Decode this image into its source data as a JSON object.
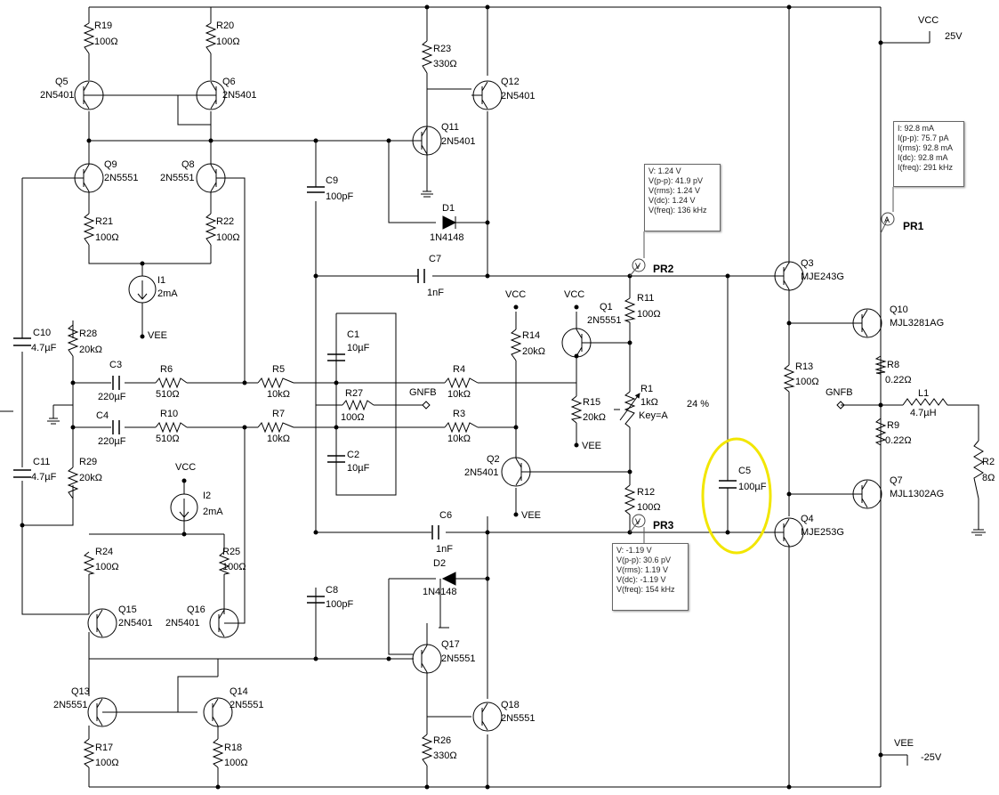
{
  "rails": {
    "vcc": "VCC",
    "vcc_value": "25V",
    "vee": "VEE",
    "vee_value": "-25V",
    "vcc_small": "VCC",
    "vee_small": "VEE"
  },
  "resistors": {
    "r19": [
      "R19",
      "100Ω"
    ],
    "r20": [
      "R20",
      "100Ω"
    ],
    "r23": [
      "R23",
      "330Ω"
    ],
    "r21": [
      "R21",
      "100Ω"
    ],
    "r22": [
      "R22",
      "100Ω"
    ],
    "r28": [
      "R28",
      "20kΩ"
    ],
    "r6": [
      "R6",
      "510Ω"
    ],
    "r5": [
      "R5",
      "10kΩ"
    ],
    "r4": [
      "R4",
      "10kΩ"
    ],
    "r27": [
      "R27",
      "100Ω"
    ],
    "r10": [
      "R10",
      "510Ω"
    ],
    "r7": [
      "R7",
      "10kΩ"
    ],
    "r3": [
      "R3",
      "10kΩ"
    ],
    "r29": [
      "R29",
      "20kΩ"
    ],
    "r14": [
      "R14",
      "20kΩ"
    ],
    "r15": [
      "R15",
      "20kΩ"
    ],
    "r11": [
      "R11",
      "100Ω"
    ],
    "r12": [
      "R12",
      "100Ω"
    ],
    "r13": [
      "R13",
      "100Ω"
    ],
    "r8": [
      "R8",
      "0.22Ω"
    ],
    "r9": [
      "R9",
      "0.22Ω"
    ],
    "r2": [
      "R2",
      "8Ω"
    ],
    "r24": [
      "R24",
      "100Ω"
    ],
    "r25": [
      "R25",
      "100Ω"
    ],
    "r17": [
      "R17",
      "100Ω"
    ],
    "r18": [
      "R18",
      "100Ω"
    ],
    "r26": [
      "R26",
      "330Ω"
    ],
    "r1": [
      "R1",
      "1kΩ",
      "Key=A",
      "24 %"
    ]
  },
  "capacitors": {
    "c9": [
      "C9",
      "100pF"
    ],
    "c7": [
      "C7",
      "1nF"
    ],
    "c10": [
      "C10",
      "4.7µF"
    ],
    "c3": [
      "C3",
      "220µF"
    ],
    "c1": [
      "C1",
      "10µF"
    ],
    "c4": [
      "C4",
      "220µF"
    ],
    "c2": [
      "C2",
      "10µF"
    ],
    "c11": [
      "C11",
      "4.7µF"
    ],
    "c6": [
      "C6",
      "1nF"
    ],
    "c8": [
      "C8",
      "100pF"
    ],
    "c5": [
      "C5",
      "100µF"
    ]
  },
  "transistors": {
    "q5": [
      "Q5",
      "2N5401"
    ],
    "q6": [
      "Q6",
      "2N5401"
    ],
    "q12": [
      "Q12",
      "2N5401"
    ],
    "q11": [
      "Q11",
      "2N5401"
    ],
    "q9": [
      "Q9",
      "2N5551"
    ],
    "q8": [
      "Q8",
      "2N5551"
    ],
    "q1": [
      "Q1",
      "2N5551"
    ],
    "q2": [
      "Q2",
      "2N5401"
    ],
    "q3": [
      "Q3",
      "MJE243G"
    ],
    "q4": [
      "Q4",
      "MJE253G"
    ],
    "q10": [
      "Q10",
      "MJL3281AG"
    ],
    "q7": [
      "Q7",
      "MJL1302AG"
    ],
    "q15": [
      "Q15",
      "2N5401"
    ],
    "q16": [
      "Q16",
      "2N5401"
    ],
    "q17": [
      "Q17",
      "2N5551"
    ],
    "q13": [
      "Q13",
      "2N5551"
    ],
    "q14": [
      "Q14",
      "2N5551"
    ],
    "q18": [
      "Q18",
      "2N5551"
    ]
  },
  "diodes": {
    "d1": [
      "D1",
      "1N4148"
    ],
    "d2": [
      "D2",
      "1N4148"
    ]
  },
  "sources": {
    "i1": [
      "I1",
      "2mA"
    ],
    "i2": [
      "I2",
      "2mA"
    ]
  },
  "inductor": {
    "l1": [
      "L1",
      "4.7µH"
    ]
  },
  "nets": {
    "gnfb": "GNFB"
  },
  "probes": {
    "pr1": {
      "name": "PR1",
      "glyph": "A",
      "lines": [
        "I: 92.8 mA",
        "I(p-p): 75.7 pA",
        "I(rms): 92.8 mA",
        "I(dc): 92.8 mA",
        "I(freq): 291 kHz"
      ]
    },
    "pr2": {
      "name": "PR2",
      "glyph": "V",
      "lines": [
        "V: 1.24 V",
        "V(p-p): 41.9 pV",
        "V(rms): 1.24 V",
        "V(dc): 1.24 V",
        "V(freq): 136 kHz"
      ]
    },
    "pr3": {
      "name": "PR3",
      "glyph": "V",
      "lines": [
        "V: -1.19 V",
        "V(p-p): 30.6 pV",
        "V(rms): 1.19 V",
        "V(dc): -1.19 V",
        "V(freq): 154 kHz"
      ]
    }
  },
  "highlight_color": "#f2e600"
}
